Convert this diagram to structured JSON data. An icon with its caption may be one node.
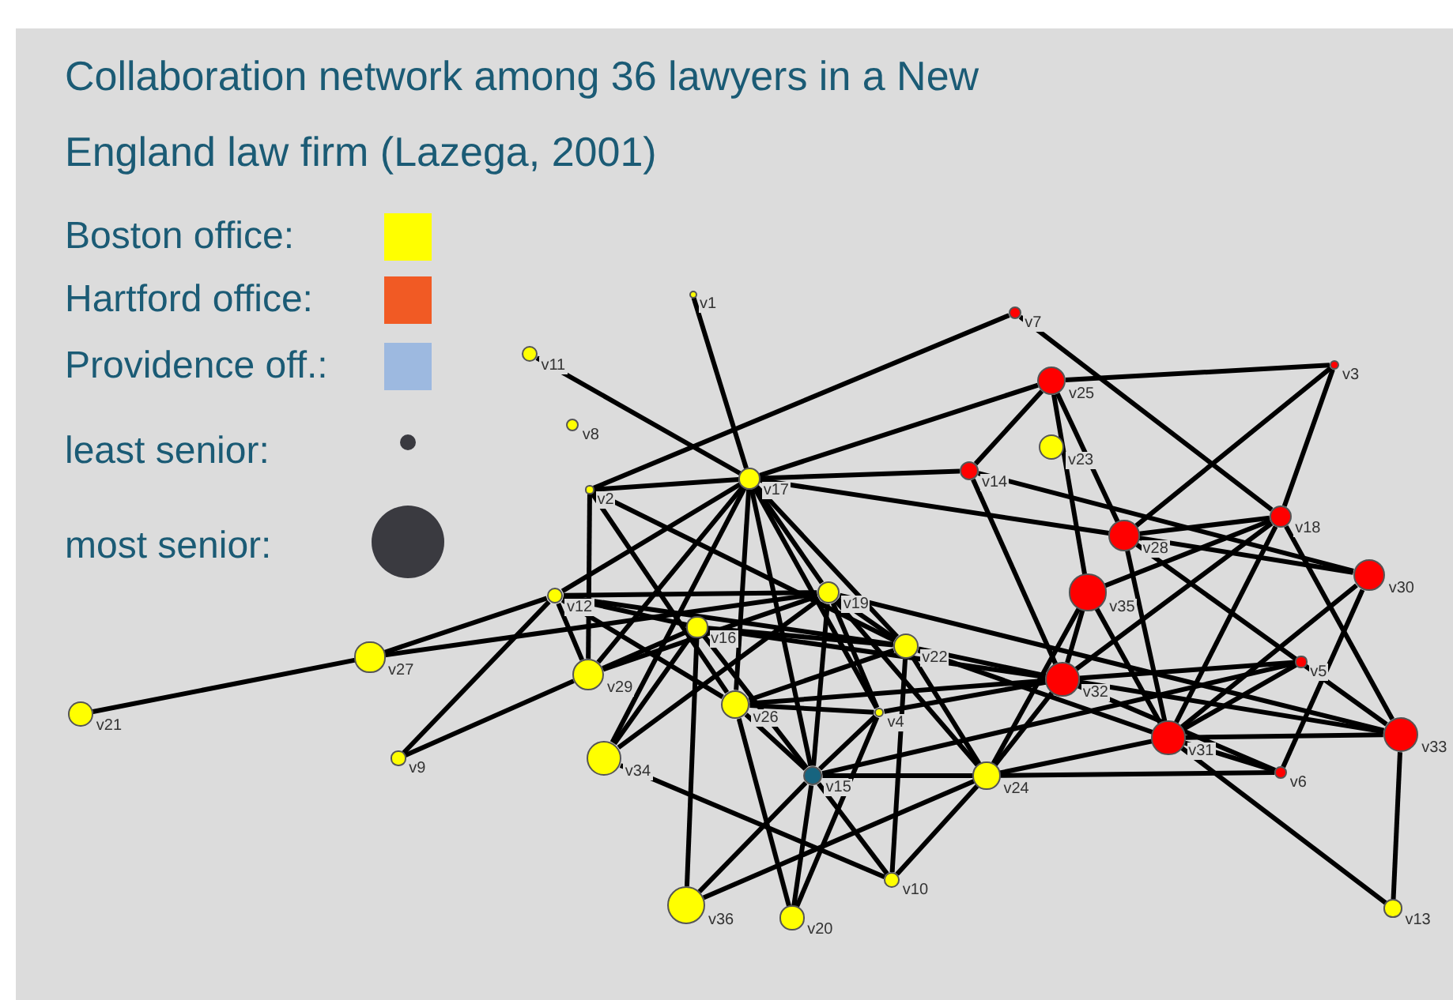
{
  "diagram": {
    "title": "Collaboration network among 36 lawyers in a New England law firm (Lazega, 2001)",
    "nodes": [
      {
        "text": [],
        "shape": "circle",
        "beside": [
          "v1"
        ]
      },
      {
        "text": [],
        "shape": "circle",
        "beside": [
          "v2"
        ]
      },
      {
        "text": [],
        "shape": "circle",
        "beside": [
          "v3"
        ]
      },
      {
        "text": [],
        "shape": "circle",
        "beside": [
          "v4"
        ]
      },
      {
        "text": [],
        "shape": "circle",
        "beside": [
          "v5"
        ]
      },
      {
        "text": [],
        "shape": "circle",
        "beside": [
          "v6"
        ]
      },
      {
        "text": [],
        "shape": "circle",
        "beside": [
          "v7"
        ]
      },
      {
        "text": [],
        "shape": "circle",
        "beside": [
          "v8"
        ]
      },
      {
        "text": [],
        "shape": "circle",
        "beside": [
          "v9"
        ]
      },
      {
        "text": [],
        "shape": "circle",
        "beside": [
          "v10"
        ]
      },
      {
        "text": [],
        "shape": "circle",
        "beside": [
          "v11"
        ]
      },
      {
        "text": [],
        "shape": "circle",
        "beside": [
          "v12"
        ]
      },
      {
        "text": [],
        "shape": "circle",
        "beside": [
          "v13"
        ]
      },
      {
        "text": [],
        "shape": "circle",
        "beside": [
          "v14"
        ]
      },
      {
        "text": [],
        "shape": "circle",
        "beside": [
          "v15"
        ]
      },
      {
        "text": [],
        "shape": "circle",
        "beside": [
          "v16"
        ]
      },
      {
        "text": [],
        "shape": "circle",
        "beside": [
          "v17"
        ]
      },
      {
        "text": [],
        "shape": "circle",
        "beside": [
          "v18"
        ]
      },
      {
        "text": [],
        "shape": "circle",
        "beside": [
          "v19"
        ]
      },
      {
        "text": [],
        "shape": "circle",
        "beside": [
          "v20"
        ]
      },
      {
        "text": [],
        "shape": "circle",
        "beside": [
          "v21"
        ]
      },
      {
        "text": [],
        "shape": "circle",
        "beside": [
          "v22"
        ]
      },
      {
        "text": [],
        "shape": "circle",
        "beside": [
          "v23"
        ]
      },
      {
        "text": [],
        "shape": "circle",
        "beside": [
          "v24"
        ]
      },
      {
        "text": [],
        "shape": "circle",
        "beside": [
          "v25"
        ]
      },
      {
        "text": [],
        "shape": "circle",
        "beside": [
          "v26"
        ]
      },
      {
        "text": [],
        "shape": "circle",
        "beside": [
          "v27"
        ]
      },
      {
        "text": [],
        "shape": "circle",
        "beside": [
          "v28"
        ]
      },
      {
        "text": [],
        "shape": "circle",
        "beside": [
          "v29"
        ]
      },
      {
        "text": [],
        "shape": "circle",
        "beside": [
          "v30"
        ]
      },
      {
        "text": [],
        "shape": "circle",
        "beside": [
          "v31"
        ]
      },
      {
        "text": [],
        "shape": "circle",
        "beside": [
          "v32"
        ]
      },
      {
        "text": [],
        "shape": "circle",
        "beside": [
          "v33"
        ]
      },
      {
        "text": [],
        "shape": "circle",
        "beside": [
          "v34"
        ]
      },
      {
        "text": [],
        "shape": "circle",
        "beside": [
          "v35"
        ]
      },
      {
        "text": [],
        "shape": "circle",
        "beside": [
          "v36"
        ]
      }
    ],
    "edges": [
      {
        "from": 0,
        "to": 16,
        "arrow": "none"
      },
      {
        "from": 10,
        "to": 16,
        "arrow": "none"
      },
      {
        "from": 1,
        "to": 16,
        "arrow": "none"
      },
      {
        "from": 1,
        "to": 6,
        "arrow": "none"
      },
      {
        "from": 1,
        "to": 28,
        "arrow": "none"
      },
      {
        "from": 1,
        "to": 25,
        "arrow": "none"
      },
      {
        "from": 1,
        "to": 21,
        "arrow": "none"
      },
      {
        "from": 16,
        "to": 24,
        "arrow": "none"
      },
      {
        "from": 16,
        "to": 13,
        "arrow": "none"
      },
      {
        "from": 16,
        "to": 27,
        "arrow": "none"
      },
      {
        "from": 16,
        "to": 11,
        "arrow": "none"
      },
      {
        "from": 16,
        "to": 28,
        "arrow": "none"
      },
      {
        "from": 16,
        "to": 33,
        "arrow": "none"
      },
      {
        "from": 16,
        "to": 25,
        "arrow": "none"
      },
      {
        "from": 16,
        "to": 14,
        "arrow": "none"
      },
      {
        "from": 16,
        "to": 18,
        "arrow": "none"
      },
      {
        "from": 16,
        "to": 21,
        "arrow": "none"
      },
      {
        "from": 16,
        "to": 3,
        "arrow": "none"
      },
      {
        "from": 6,
        "to": 17,
        "arrow": "none"
      },
      {
        "from": 24,
        "to": 2,
        "arrow": "none"
      },
      {
        "from": 24,
        "to": 13,
        "arrow": "none"
      },
      {
        "from": 24,
        "to": 34,
        "arrow": "none"
      },
      {
        "from": 24,
        "to": 27,
        "arrow": "none"
      },
      {
        "from": 2,
        "to": 27,
        "arrow": "none"
      },
      {
        "from": 2,
        "to": 17,
        "arrow": "none"
      },
      {
        "from": 13,
        "to": 29,
        "arrow": "none"
      },
      {
        "from": 13,
        "to": 31,
        "arrow": "none"
      },
      {
        "from": 27,
        "to": 17,
        "arrow": "none"
      },
      {
        "from": 27,
        "to": 29,
        "arrow": "none"
      },
      {
        "from": 27,
        "to": 30,
        "arrow": "none"
      },
      {
        "from": 27,
        "to": 32,
        "arrow": "none"
      },
      {
        "from": 17,
        "to": 34,
        "arrow": "none"
      },
      {
        "from": 17,
        "to": 31,
        "arrow": "none"
      },
      {
        "from": 17,
        "to": 30,
        "arrow": "none"
      },
      {
        "from": 17,
        "to": 32,
        "arrow": "none"
      },
      {
        "from": 29,
        "to": 30,
        "arrow": "none"
      },
      {
        "from": 29,
        "to": 5,
        "arrow": "none"
      },
      {
        "from": 34,
        "to": 31,
        "arrow": "none"
      },
      {
        "from": 34,
        "to": 23,
        "arrow": "none"
      },
      {
        "from": 34,
        "to": 30,
        "arrow": "none"
      },
      {
        "from": 4,
        "to": 31,
        "arrow": "none"
      },
      {
        "from": 4,
        "to": 30,
        "arrow": "none"
      },
      {
        "from": 4,
        "to": 14,
        "arrow": "none"
      },
      {
        "from": 30,
        "to": 5,
        "arrow": "none"
      },
      {
        "from": 30,
        "to": 12,
        "arrow": "none"
      },
      {
        "from": 32,
        "to": 12,
        "arrow": "none"
      },
      {
        "from": 32,
        "to": 31,
        "arrow": "none"
      },
      {
        "from": 32,
        "to": 30,
        "arrow": "none"
      },
      {
        "from": 5,
        "to": 23,
        "arrow": "none"
      },
      {
        "from": 5,
        "to": 31,
        "arrow": "none"
      },
      {
        "from": 20,
        "to": 26,
        "arrow": "none"
      },
      {
        "from": 26,
        "to": 11,
        "arrow": "none"
      },
      {
        "from": 26,
        "to": 18,
        "arrow": "none"
      },
      {
        "from": 8,
        "to": 11,
        "arrow": "none"
      },
      {
        "from": 8,
        "to": 28,
        "arrow": "none"
      },
      {
        "from": 11,
        "to": 18,
        "arrow": "none"
      },
      {
        "from": 11,
        "to": 28,
        "arrow": "none"
      },
      {
        "from": 11,
        "to": 25,
        "arrow": "none"
      },
      {
        "from": 11,
        "to": 21,
        "arrow": "none"
      },
      {
        "from": 11,
        "to": 15,
        "arrow": "none"
      },
      {
        "from": 15,
        "to": 21,
        "arrow": "none"
      },
      {
        "from": 15,
        "to": 35,
        "arrow": "none"
      },
      {
        "from": 15,
        "to": 28,
        "arrow": "none"
      },
      {
        "from": 15,
        "to": 33,
        "arrow": "none"
      },
      {
        "from": 15,
        "to": 14,
        "arrow": "none"
      },
      {
        "from": 15,
        "to": 31,
        "arrow": "none"
      },
      {
        "from": 18,
        "to": 21,
        "arrow": "none"
      },
      {
        "from": 18,
        "to": 14,
        "arrow": "none"
      },
      {
        "from": 18,
        "to": 23,
        "arrow": "none"
      },
      {
        "from": 18,
        "to": 33,
        "arrow": "none"
      },
      {
        "from": 18,
        "to": 28,
        "arrow": "none"
      },
      {
        "from": 18,
        "to": 3,
        "arrow": "none"
      },
      {
        "from": 18,
        "to": 32,
        "arrow": "none"
      },
      {
        "from": 25,
        "to": 3,
        "arrow": "none"
      },
      {
        "from": 25,
        "to": 14,
        "arrow": "none"
      },
      {
        "from": 25,
        "to": 19,
        "arrow": "none"
      },
      {
        "from": 25,
        "to": 21,
        "arrow": "none"
      },
      {
        "from": 25,
        "to": 31,
        "arrow": "none"
      },
      {
        "from": 14,
        "to": 23,
        "arrow": "none"
      },
      {
        "from": 14,
        "to": 35,
        "arrow": "none"
      },
      {
        "from": 14,
        "to": 19,
        "arrow": "none"
      },
      {
        "from": 14,
        "to": 9,
        "arrow": "none"
      },
      {
        "from": 14,
        "to": 3,
        "arrow": "none"
      },
      {
        "from": 23,
        "to": 35,
        "arrow": "none"
      },
      {
        "from": 23,
        "to": 9,
        "arrow": "none"
      },
      {
        "from": 23,
        "to": 21,
        "arrow": "none"
      },
      {
        "from": 23,
        "to": 31,
        "arrow": "none"
      },
      {
        "from": 23,
        "to": 30,
        "arrow": "none"
      },
      {
        "from": 33,
        "to": 9,
        "arrow": "none"
      },
      {
        "from": 9,
        "to": 21,
        "arrow": "none"
      },
      {
        "from": 19,
        "to": 3,
        "arrow": "none"
      },
      {
        "from": 21,
        "to": 31,
        "arrow": "none"
      },
      {
        "from": 21,
        "to": 30,
        "arrow": "none"
      },
      {
        "from": 3,
        "to": 31,
        "arrow": "none"
      }
    ],
    "legend": [
      {
        "text": "Boston office:",
        "color": "#ffff00"
      },
      {
        "text": "Hartford office:",
        "color": "#f15a24"
      },
      {
        "text": "Providence off.:",
        "color": "#9db9e0"
      },
      {
        "text": "least senior:"
      },
      {
        "text": "most senior:"
      }
    ]
  }
}
